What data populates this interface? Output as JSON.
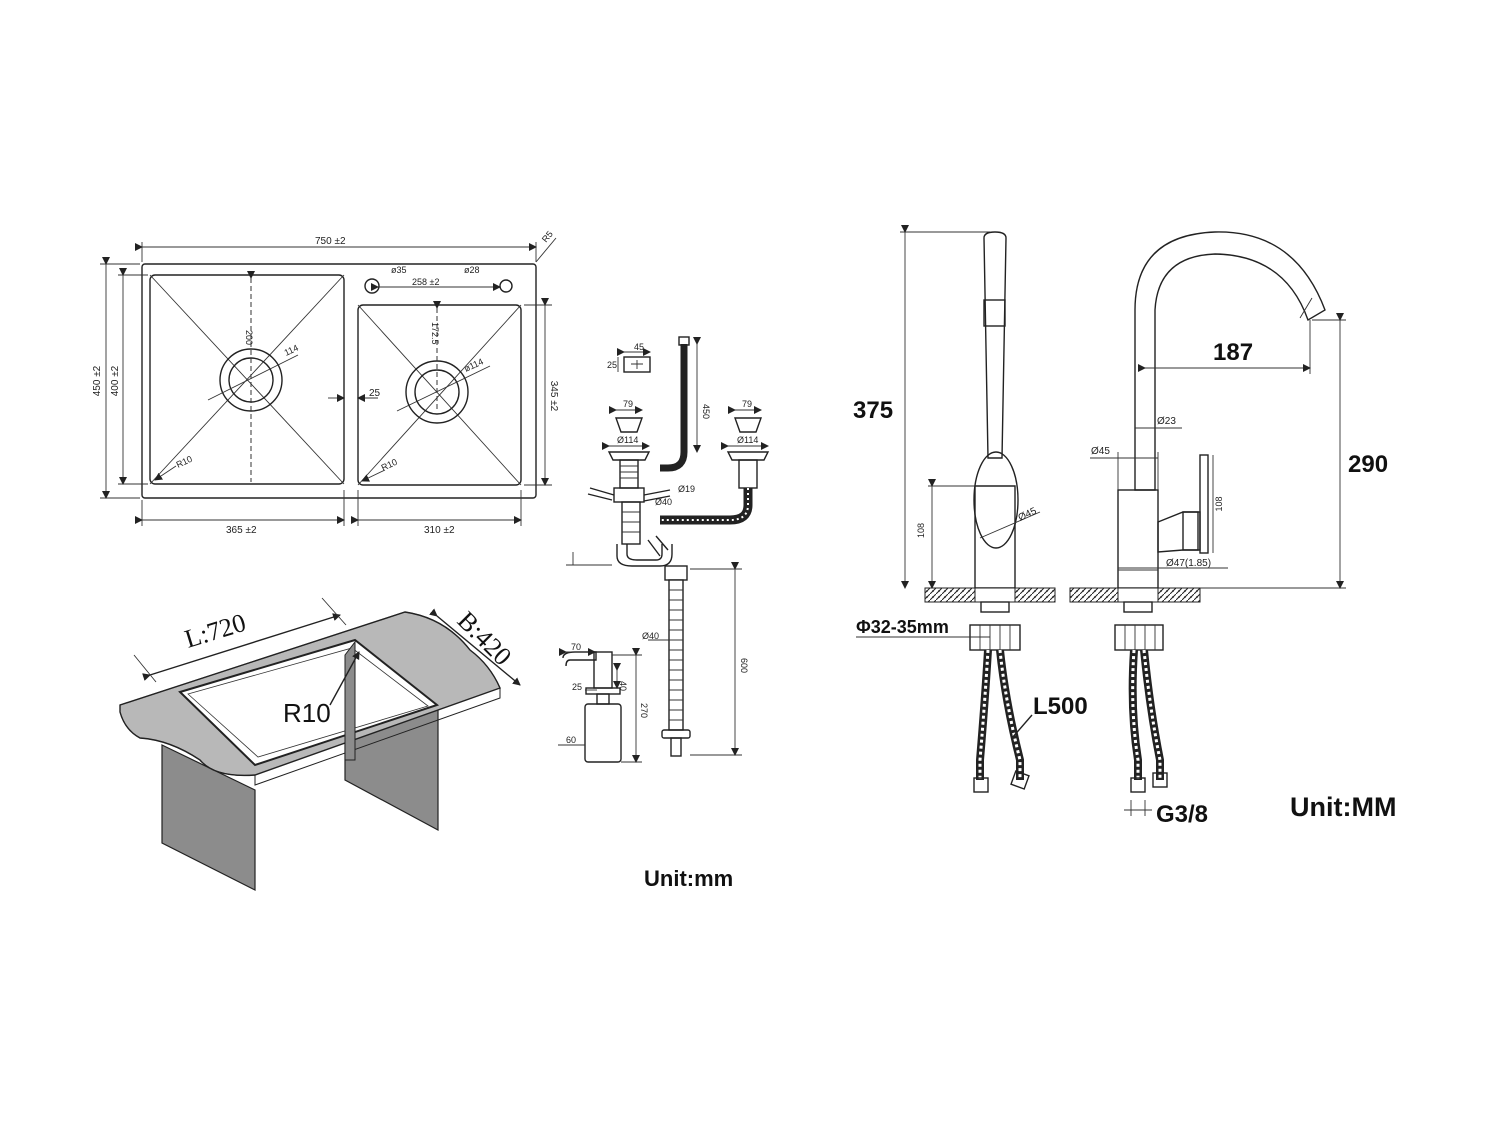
{
  "sink_top": {
    "overall_length": "750 ±2",
    "overall_width": "450 ±2",
    "inner_width": "400 ±2",
    "small_bowl_height": "345 ±2",
    "corner_radius": "R5",
    "tap_hole_1": "ø35",
    "tap_hole_2": "ø28",
    "hole_spacing": "258 ±2",
    "large_depth": "200",
    "small_depth": "172.5",
    "large_drain": "114",
    "small_drain": "ø114",
    "divider": "25",
    "large_radius": "R10",
    "small_radius": "R10",
    "large_bowl_width": "365 ±2",
    "small_bowl_width": "310 ±2"
  },
  "drain_kit": {
    "overflow_w": "45",
    "overflow_h": "25",
    "overflow_hose": "450",
    "basket_left_top": "79",
    "basket_left_flange": "Ø114",
    "basket_right_top": "79",
    "basket_right_flange": "Ø114",
    "side_outlet": "Ø19",
    "branch": "Ø40",
    "pipe": "Ø40",
    "drain_length": "600"
  },
  "soap_dispenser": {
    "spout": "70",
    "neck": "25",
    "head_h": "40",
    "bottle_h": "270",
    "bottle_w": "60"
  },
  "cutout": {
    "length": "L:720",
    "width": "B:420",
    "radius": "R10"
  },
  "faucet": {
    "height": "375",
    "reach": "187",
    "spout_height": "290",
    "body_h_front": "108",
    "handle_dia": "Ø45",
    "spout_dia": "Ø23",
    "body_dia": "Ø45",
    "body_h_side": "108",
    "base_dia": "Ø47(1.85)",
    "mount_hole": "Φ32-35mm",
    "hose_length": "L500",
    "thread": "G3/8"
  },
  "units": {
    "sink": "Unit:mm",
    "faucet": "Unit:MM"
  }
}
